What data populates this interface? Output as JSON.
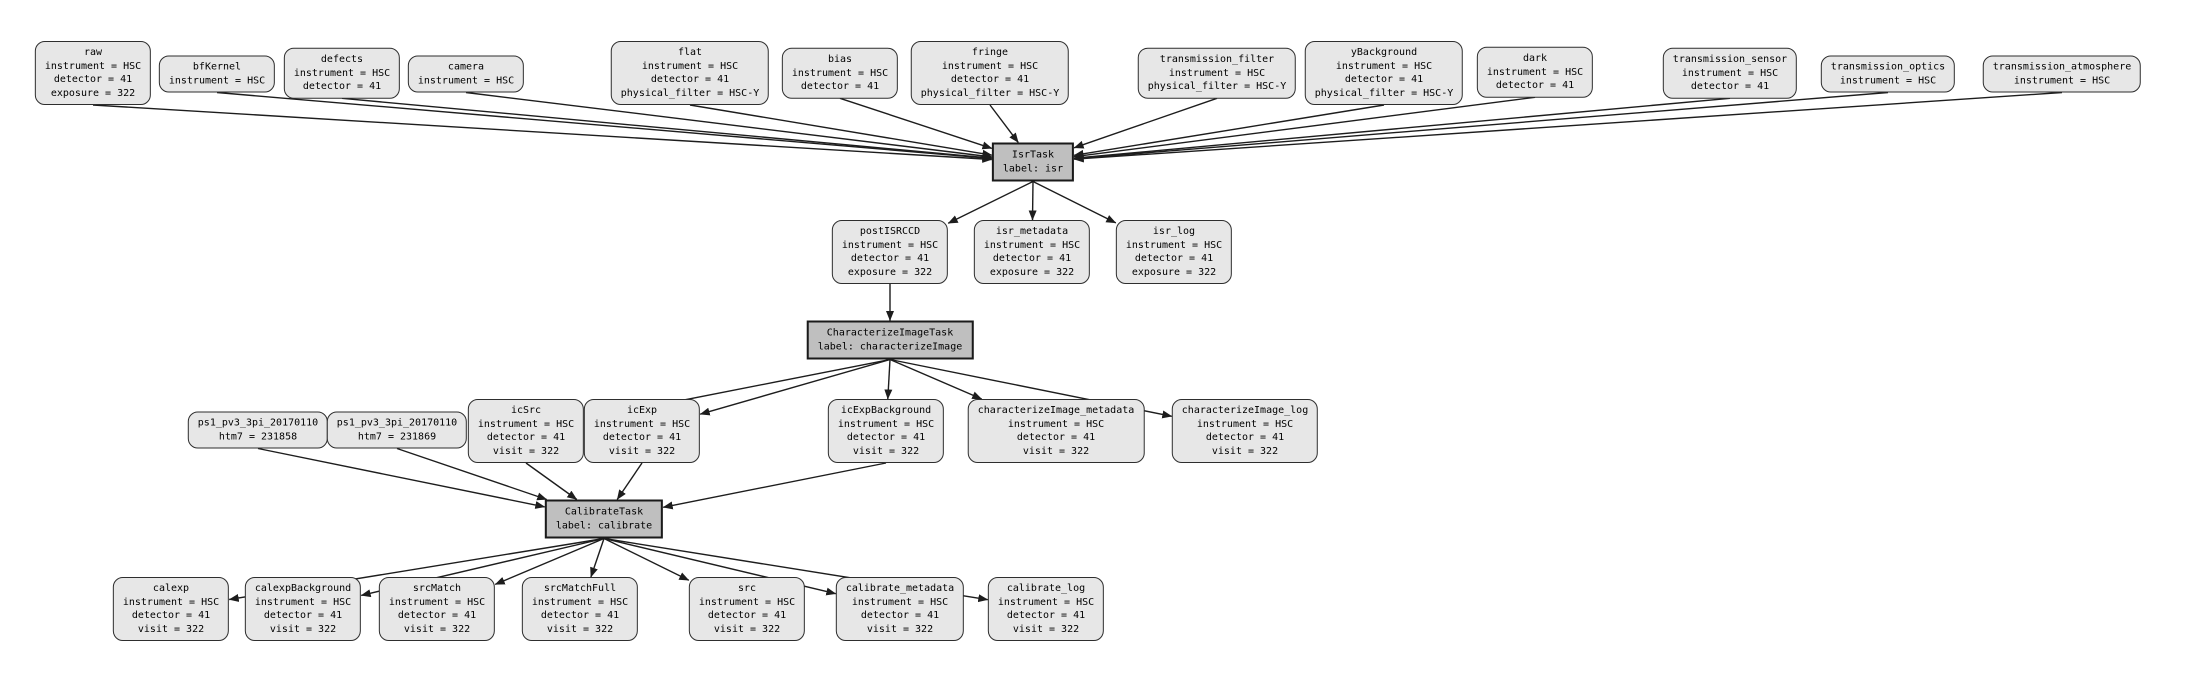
{
  "diagram": {
    "description_colors": {
      "background": "#ffffff",
      "dataset_fill": "#e7e7e7",
      "task_fill": "#bfbfbf",
      "node_border": "#2e2e2e",
      "edge": "#1d1d1d",
      "text": "#000000"
    },
    "nodes": [
      {
        "id": "raw",
        "kind": "dataset",
        "title": "raw",
        "lines": [
          "instrument = HSC",
          "detector = 41",
          "exposure = 322"
        ]
      },
      {
        "id": "bfKernel",
        "kind": "dataset",
        "title": "bfKernel",
        "lines": [
          "instrument = HSC"
        ]
      },
      {
        "id": "defects",
        "kind": "dataset",
        "title": "defects",
        "lines": [
          "instrument = HSC",
          "detector = 41"
        ]
      },
      {
        "id": "camera",
        "kind": "dataset",
        "title": "camera",
        "lines": [
          "instrument = HSC"
        ]
      },
      {
        "id": "flat",
        "kind": "dataset",
        "title": "flat",
        "lines": [
          "instrument = HSC",
          "detector = 41",
          "physical_filter = HSC-Y"
        ]
      },
      {
        "id": "bias",
        "kind": "dataset",
        "title": "bias",
        "lines": [
          "instrument = HSC",
          "detector = 41"
        ]
      },
      {
        "id": "fringe",
        "kind": "dataset",
        "title": "fringe",
        "lines": [
          "instrument = HSC",
          "detector = 41",
          "physical_filter = HSC-Y"
        ]
      },
      {
        "id": "transmission_filter",
        "kind": "dataset",
        "title": "transmission_filter",
        "lines": [
          "instrument = HSC",
          "physical_filter = HSC-Y"
        ]
      },
      {
        "id": "yBackground",
        "kind": "dataset",
        "title": "yBackground",
        "lines": [
          "instrument = HSC",
          "detector = 41",
          "physical_filter = HSC-Y"
        ]
      },
      {
        "id": "dark",
        "kind": "dataset",
        "title": "dark",
        "lines": [
          "instrument = HSC",
          "detector = 41"
        ]
      },
      {
        "id": "transmission_sensor",
        "kind": "dataset",
        "title": "transmission_sensor",
        "lines": [
          "instrument = HSC",
          "detector = 41"
        ]
      },
      {
        "id": "transmission_optics",
        "kind": "dataset",
        "title": "transmission_optics",
        "lines": [
          "instrument = HSC"
        ]
      },
      {
        "id": "transmission_atmosphere",
        "kind": "dataset",
        "title": "transmission_atmosphere",
        "lines": [
          "instrument = HSC"
        ]
      },
      {
        "id": "isr",
        "kind": "task",
        "title": "IsrTask",
        "lines": [
          "label: isr"
        ]
      },
      {
        "id": "postISRCCD",
        "kind": "dataset",
        "title": "postISRCCD",
        "lines": [
          "instrument = HSC",
          "detector = 41",
          "exposure = 322"
        ]
      },
      {
        "id": "isr_metadata",
        "kind": "dataset",
        "title": "isr_metadata",
        "lines": [
          "instrument = HSC",
          "detector = 41",
          "exposure = 322"
        ]
      },
      {
        "id": "isr_log",
        "kind": "dataset",
        "title": "isr_log",
        "lines": [
          "instrument = HSC",
          "detector = 41",
          "exposure = 322"
        ]
      },
      {
        "id": "characterizeImage",
        "kind": "task",
        "title": "CharacterizeImageTask",
        "lines": [
          "label: characterizeImage"
        ]
      },
      {
        "id": "ps1a",
        "kind": "dataset",
        "title": "ps1_pv3_3pi_20170110",
        "lines": [
          "htm7 = 231858"
        ]
      },
      {
        "id": "ps1b",
        "kind": "dataset",
        "title": "ps1_pv3_3pi_20170110",
        "lines": [
          "htm7 = 231869"
        ]
      },
      {
        "id": "icSrc",
        "kind": "dataset",
        "title": "icSrc",
        "lines": [
          "instrument = HSC",
          "detector = 41",
          "visit = 322"
        ]
      },
      {
        "id": "icExp",
        "kind": "dataset",
        "title": "icExp",
        "lines": [
          "instrument = HSC",
          "detector = 41",
          "visit = 322"
        ]
      },
      {
        "id": "icExpBackground",
        "kind": "dataset",
        "title": "icExpBackground",
        "lines": [
          "instrument = HSC",
          "detector = 41",
          "visit = 322"
        ]
      },
      {
        "id": "characterizeImage_metadata",
        "kind": "dataset",
        "title": "characterizeImage_metadata",
        "lines": [
          "instrument = HSC",
          "detector = 41",
          "visit = 322"
        ]
      },
      {
        "id": "characterizeImage_log",
        "kind": "dataset",
        "title": "characterizeImage_log",
        "lines": [
          "instrument = HSC",
          "detector = 41",
          "visit = 322"
        ]
      },
      {
        "id": "calibrate",
        "kind": "task",
        "title": "CalibrateTask",
        "lines": [
          "label: calibrate"
        ]
      },
      {
        "id": "calexp",
        "kind": "dataset",
        "title": "calexp",
        "lines": [
          "instrument = HSC",
          "detector = 41",
          "visit = 322"
        ]
      },
      {
        "id": "calexpBackground",
        "kind": "dataset",
        "title": "calexpBackground",
        "lines": [
          "instrument = HSC",
          "detector = 41",
          "visit = 322"
        ]
      },
      {
        "id": "srcMatch",
        "kind": "dataset",
        "title": "srcMatch",
        "lines": [
          "instrument = HSC",
          "detector = 41",
          "visit = 322"
        ]
      },
      {
        "id": "srcMatchFull",
        "kind": "dataset",
        "title": "srcMatchFull",
        "lines": [
          "instrument = HSC",
          "detector = 41",
          "visit = 322"
        ]
      },
      {
        "id": "src",
        "kind": "dataset",
        "title": "src",
        "lines": [
          "instrument = HSC",
          "detector = 41",
          "visit = 322"
        ]
      },
      {
        "id": "calibrate_metadata",
        "kind": "dataset",
        "title": "calibrate_metadata",
        "lines": [
          "instrument = HSC",
          "detector = 41",
          "visit = 322"
        ]
      },
      {
        "id": "calibrate_log",
        "kind": "dataset",
        "title": "calibrate_log",
        "lines": [
          "instrument = HSC",
          "detector = 41",
          "visit = 322"
        ]
      }
    ],
    "edges": [
      [
        "raw",
        "isr"
      ],
      [
        "bfKernel",
        "isr"
      ],
      [
        "defects",
        "isr"
      ],
      [
        "camera",
        "isr"
      ],
      [
        "flat",
        "isr"
      ],
      [
        "bias",
        "isr"
      ],
      [
        "fringe",
        "isr"
      ],
      [
        "transmission_filter",
        "isr"
      ],
      [
        "yBackground",
        "isr"
      ],
      [
        "dark",
        "isr"
      ],
      [
        "transmission_sensor",
        "isr"
      ],
      [
        "transmission_optics",
        "isr"
      ],
      [
        "transmission_atmosphere",
        "isr"
      ],
      [
        "isr",
        "postISRCCD"
      ],
      [
        "isr",
        "isr_metadata"
      ],
      [
        "isr",
        "isr_log"
      ],
      [
        "postISRCCD",
        "characterizeImage"
      ],
      [
        "characterizeImage",
        "icSrc"
      ],
      [
        "characterizeImage",
        "icExp"
      ],
      [
        "characterizeImage",
        "icExpBackground"
      ],
      [
        "characterizeImage",
        "characterizeImage_metadata"
      ],
      [
        "characterizeImage",
        "characterizeImage_log"
      ],
      [
        "ps1a",
        "calibrate"
      ],
      [
        "ps1b",
        "calibrate"
      ],
      [
        "icSrc",
        "calibrate"
      ],
      [
        "icExp",
        "calibrate"
      ],
      [
        "icExpBackground",
        "calibrate"
      ],
      [
        "calibrate",
        "calexp"
      ],
      [
        "calibrate",
        "calexpBackground"
      ],
      [
        "calibrate",
        "srcMatch"
      ],
      [
        "calibrate",
        "srcMatchFull"
      ],
      [
        "calibrate",
        "src"
      ],
      [
        "calibrate",
        "calibrate_metadata"
      ],
      [
        "calibrate",
        "calibrate_log"
      ]
    ]
  }
}
